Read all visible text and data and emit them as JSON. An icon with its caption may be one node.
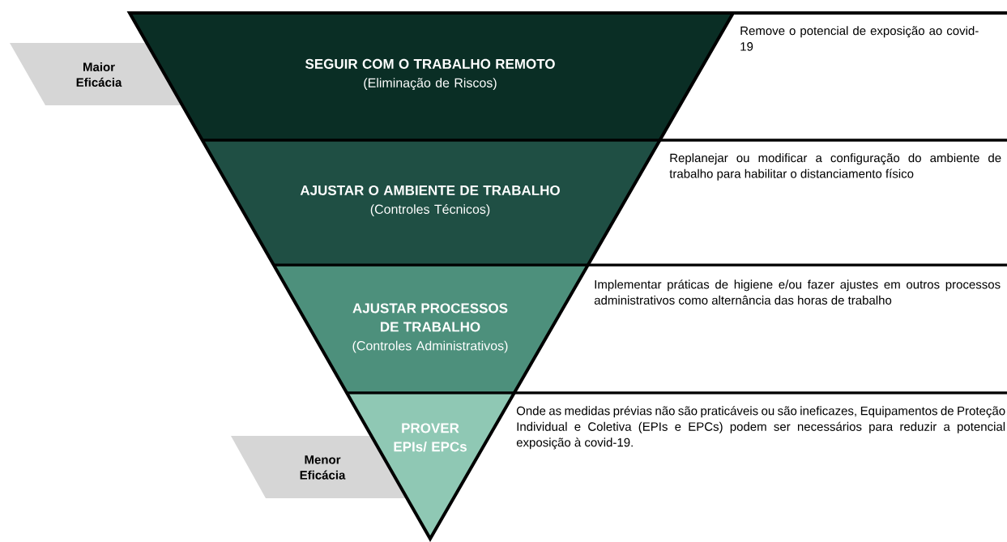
{
  "diagram": {
    "nodes": [
      {
        "text": [
          "SEGUIR COM O TRABALHO REMOTO",
          "(Eliminação de Riscos)"
        ],
        "beside": [
          "Remove o potencial de exposição ao covid-19"
        ]
      },
      {
        "text": [
          "AJUSTAR O AMBIENTE DE TRABALHO",
          "(Controles Técnicos)"
        ],
        "beside": [
          "Replanejar ou modificar a configuração do ambiente de trabalho para habilitar o distanciamento físico"
        ]
      },
      {
        "text": [
          "AJUSTAR PROCESSOS DE TRABALHO",
          "(Controles Administrativos)"
        ],
        "beside": [
          "Implementar práticas de higiene e/ou fazer ajustes em outros processos administrativos como alternância das horas de trabalho"
        ]
      },
      {
        "text": [
          "PROVER EPIs/ EPCs"
        ],
        "beside": [
          "Onde as medidas prévias não são praticáveis ou são ineficazes, Equipamentos de Proteção Individual e Coletiva (EPIs e EPCs) podem ser necessários para reduzir a potencial exposição à covid-19."
        ]
      },
      {
        "text": [
          "Maior Eficácia"
        ]
      },
      {
        "text": [
          "Menor Eficácia"
        ]
      }
    ],
    "edges": []
  }
}
